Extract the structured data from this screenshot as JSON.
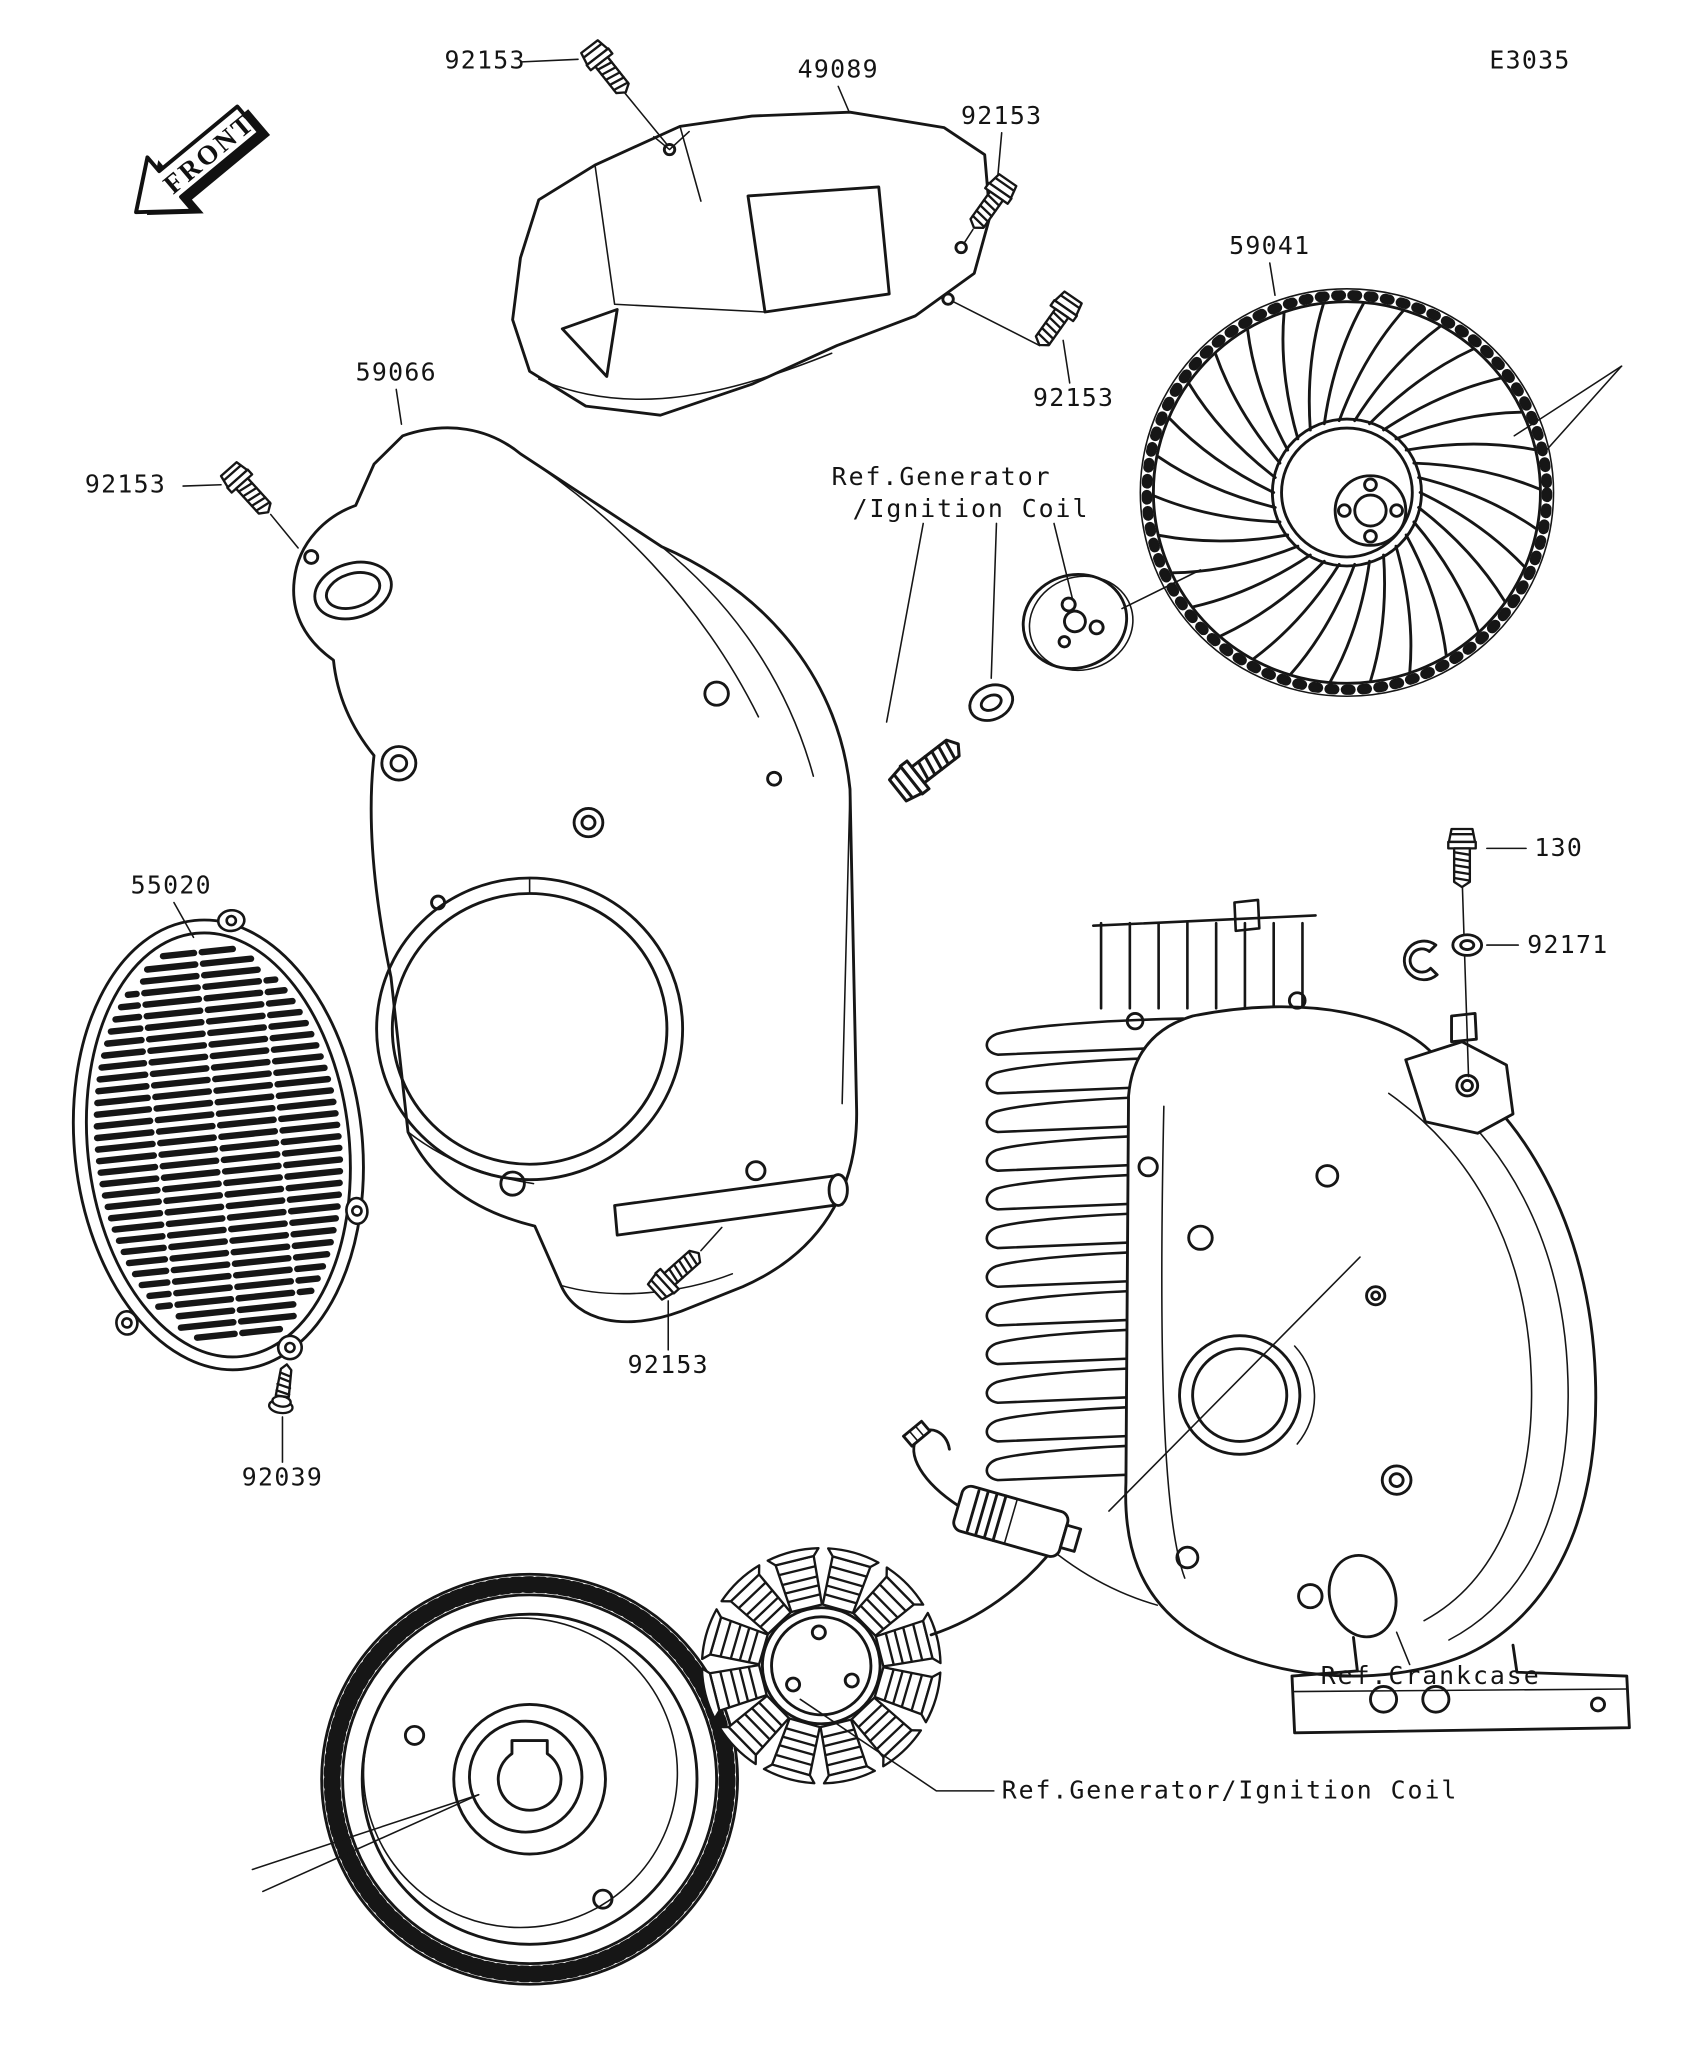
{
  "diagram": {
    "code": "E3035",
    "front_marker": "FRONT"
  },
  "labels": {
    "bolt_top": "92153",
    "top_cover": "49089",
    "bolt_upper_right": "92153",
    "bolt_mid_right": "92153",
    "cooling_fan": "59041",
    "fan_housing": "59066",
    "bolt_left": "92153",
    "screen_grille": "55020",
    "bolt_crankcase": "130",
    "clamp": "92171",
    "bolt_lower": "92153",
    "screw_grille": "92039",
    "ref_generator_line1": "Ref.Generator",
    "ref_generator_line2": "/Ignition Coil",
    "ref_crankcase": "Ref.Crankcase",
    "ref_generator_bottom": "Ref.Generator/Ignition Coil"
  }
}
